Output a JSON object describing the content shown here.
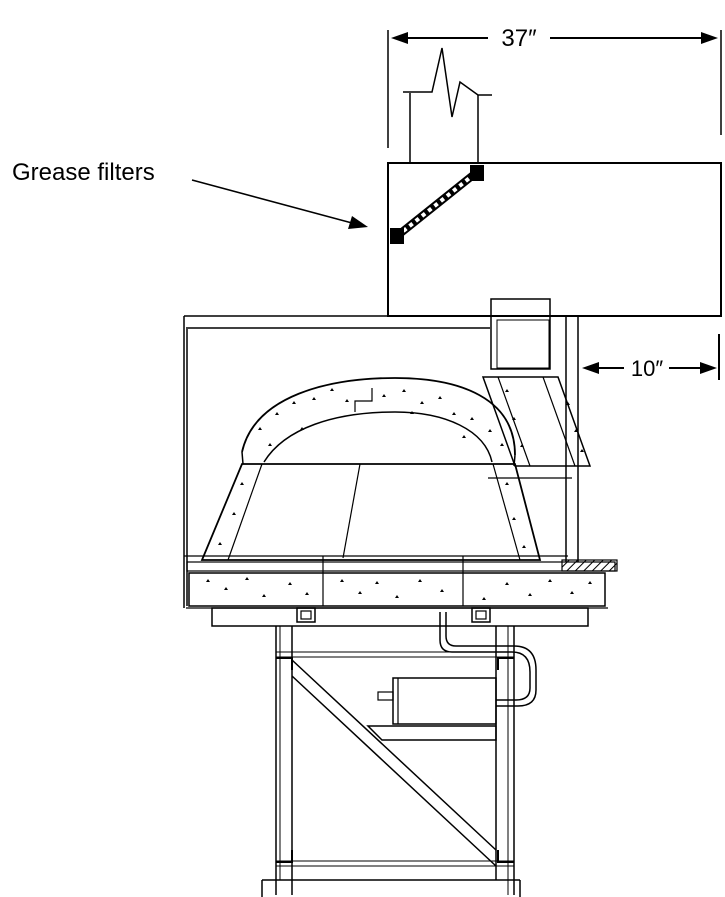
{
  "labels": {
    "callout": "Grease filters",
    "dim_width": "37″",
    "dim_clearance": "10″"
  }
}
